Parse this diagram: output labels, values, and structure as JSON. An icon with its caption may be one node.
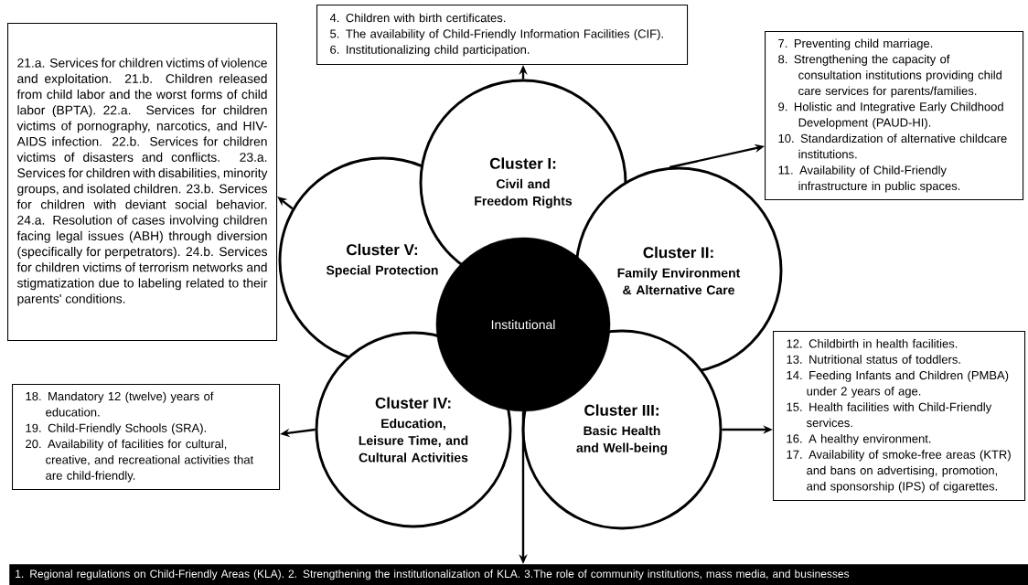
{
  "diagram": {
    "nodes": [
      {
        "text": [
          "21.a. Services for children victims of violence and exploitation. 21.b. Children released from child labor and the worst forms of child labor (BPTA). 22.a. Services for children victims of pornography, narcotics, and HIV-AIDS infection. 22.b. Services for children victims of disasters and conflicts. 23.a. Services for children with disabilities, minority groups, and isolated children. 23.b. Services for children with deviant social behavior. 24.a. Resolution of cases involving children facing legal issues (ABH) through diversion (specifically for perpetrators). 24.b. Services for children victims of terrorism networks and stigmatization due to labeling related to their parents' conditions."
        ]
      },
      {
        "text": [
          "4. Children with birth certificates.",
          "5. The availability of Child-Friendly Information Facilities (CIF).",
          "6. Institutionalizing child participation."
        ]
      },
      {
        "text": [
          "7. Preventing child marriage.",
          "8. Strengthening the capacity of consultation institutions providing child care services for parents/families.",
          "9. Holistic and Integrative Early Childhood Development (PAUD-HI).",
          "10. Standardization of alternative childcare institutions.",
          "11. Availability of Child-Friendly infrastructure in public spaces."
        ]
      },
      {
        "text": [
          "Cluster I:",
          "Civil and Freedom Rights"
        ]
      },
      {
        "text": [
          "Cluster V:",
          "Special Protection"
        ]
      },
      {
        "text": [
          "Cluster II:",
          "Family Environment & Alternative Care"
        ]
      },
      {
        "text": [
          "Institutional"
        ]
      },
      {
        "text": [
          "12. Childbirth in health facilities.",
          "13. Nutritional status of toddlers.",
          "14. Feeding Infants and Children (PMBA) under 2 years of age.",
          "15. Health facilities with Child-Friendly services.",
          "16. A healthy environment.",
          "17. Availability of smoke-free areas (KTR) and bans on advertising, promotion, and sponsorship (IPS) of cigarettes."
        ]
      },
      {
        "text": [
          "18. Mandatory 12 (twelve) years of education.",
          "19. Child-Friendly Schools (SRA).",
          "20. Availability of facilities for cultural, creative, and recreational activities that are child-friendly."
        ]
      },
      {
        "text": [
          "Cluster IV:",
          "Education, Leisure Time, and Cultural Activities"
        ]
      },
      {
        "text": [
          "Cluster III:",
          "Basic Health and Well-being"
        ]
      },
      {
        "text": [
          "1. Regional regulations on Child-Friendly Areas (KLA). 2. Strengthening the institutionalization of KLA. 3.The role of community institutions, mass media, and businesses"
        ]
      }
    ],
    "edges": [
      {
        "from": 3,
        "to": 1,
        "arrow": "to"
      },
      {
        "from": 4,
        "to": 0,
        "arrow": "to"
      },
      {
        "from": 5,
        "to": 2,
        "arrow": "to"
      },
      {
        "from": 10,
        "to": 7,
        "arrow": "to"
      },
      {
        "from": 9,
        "to": 8,
        "arrow": "to"
      },
      {
        "from": 6,
        "to": 11,
        "arrow": "to"
      }
    ]
  }
}
